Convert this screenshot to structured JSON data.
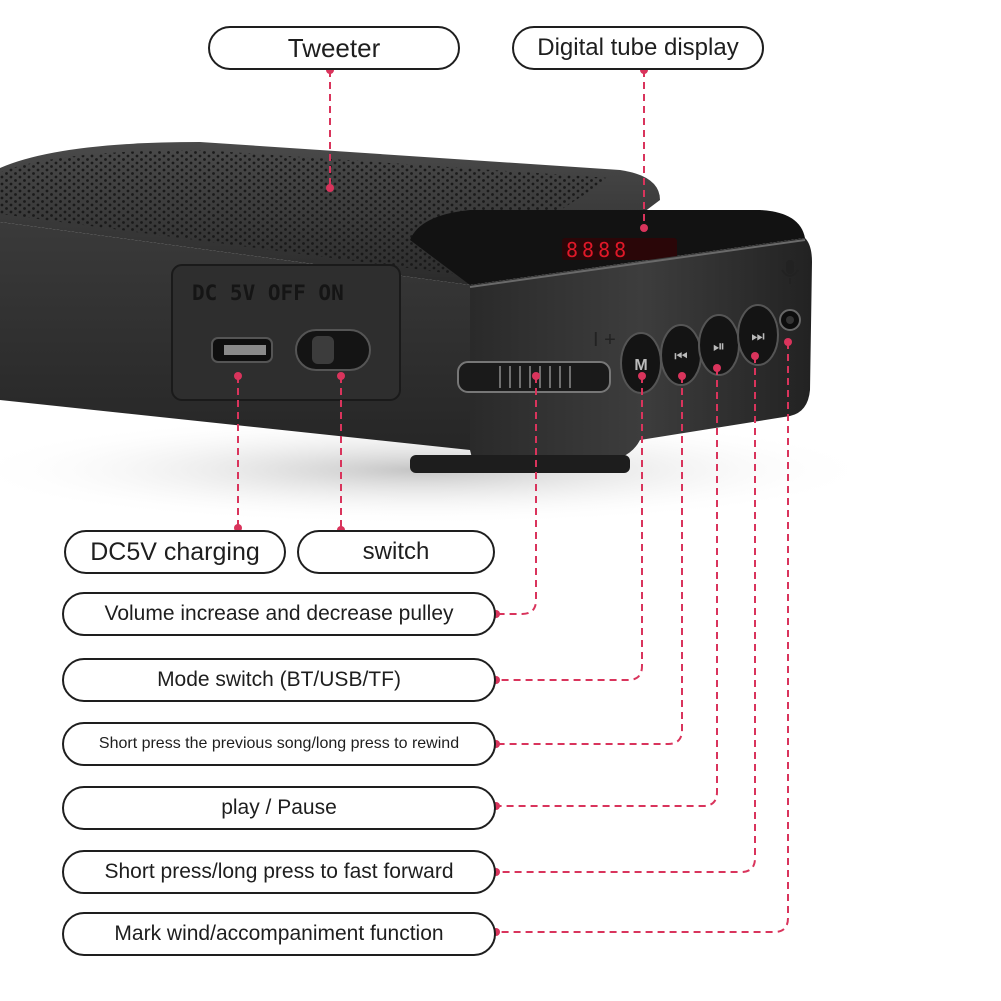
{
  "labels": {
    "tweeter": "Tweeter",
    "display": "Digital tube display",
    "charging": "DC5V charging",
    "switch": "switch",
    "volume": "Volume increase and decrease pulley",
    "mode": "Mode switch (BT/USB/TF)",
    "previous": "Short press the previous song/long press to rewind",
    "play": "play / Pause",
    "forward": "Short press/long press to fast forward",
    "mic": "Mark wind/accompaniment function"
  },
  "device": {
    "port_panel_text": "DC 5V  OFF  ON",
    "mode_button": "M",
    "prev_button": "⏮",
    "play_button": "⏯",
    "next_button": "⏭",
    "volume_mark": "I +",
    "display_digits": "8888"
  },
  "colors": {
    "leader": "#d9345c",
    "outline": "#1e1e1e",
    "body": "#2a2a2a",
    "display": "#e01828"
  }
}
